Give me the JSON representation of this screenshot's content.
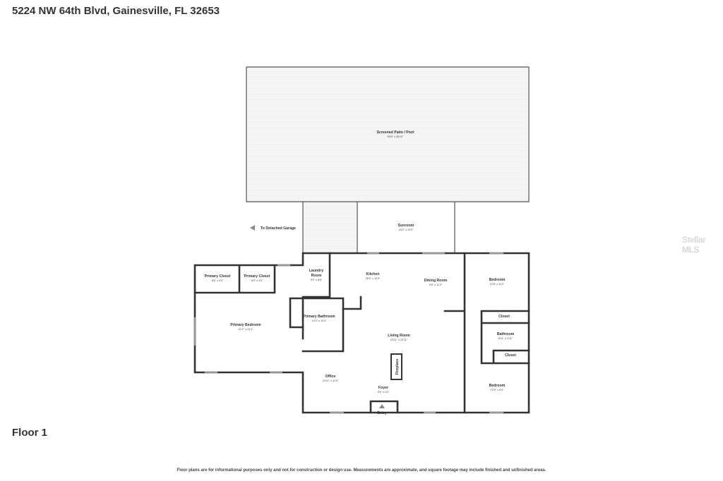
{
  "header": {
    "address": "5224 NW 64th Blvd, Gainesville, FL 32653"
  },
  "floor_label": "Floor 1",
  "disclaimer": "Floor plans are for informational purposes only and not for construction or design use. Measurements are approximate, and square footage may include finished and unfinished areas.",
  "watermark": "Stellar MLS",
  "rooms": [
    {
      "name": "Screened Patio / Pool",
      "dims": "55'9\" x 26'10\""
    },
    {
      "name": "Sunroom",
      "dims": "19'2\" x 10'0\""
    },
    {
      "name": "Laundry Room",
      "dims": "5'0\" x 8'6\""
    },
    {
      "name": "Kitchen",
      "dims": "16'5\" x 10'9\""
    },
    {
      "name": "Dining Room",
      "dims": "9'8\" x 11'2\""
    },
    {
      "name": "Bedroom",
      "dims": "12'5\" x 11'2\""
    },
    {
      "name": "Primary Closet",
      "dims": "8'5\" x 5'3\""
    },
    {
      "name": "Primary Closet",
      "dims": "6'9\" x 5'3\""
    },
    {
      "name": "Primary Bedroom",
      "dims": "21'2\" x 21'1\""
    },
    {
      "name": "Primary Bathroom",
      "dims": "10'2\" x 10'4\""
    },
    {
      "name": "Closet",
      "dims": ""
    },
    {
      "name": "Bathroom",
      "dims": "8'11\" x 4'11\""
    },
    {
      "name": "Living Room",
      "dims": "23'11\" x 22'11\""
    },
    {
      "name": "Closet",
      "dims": ""
    },
    {
      "name": "Office",
      "dims": "12'11\" x 11'9\""
    },
    {
      "name": "Foyer",
      "dims": "9'5\" x 4'2\""
    },
    {
      "name": "Bedroom",
      "dims": "12'5\" x 9'4\""
    }
  ],
  "labels": {
    "fireplace": "Fireplace",
    "entry": "Entry",
    "garage": "To Detached Garage"
  },
  "colors": {
    "wall": "#333333",
    "patio_fill": "#f4f4f4",
    "background": "#ffffff"
  }
}
